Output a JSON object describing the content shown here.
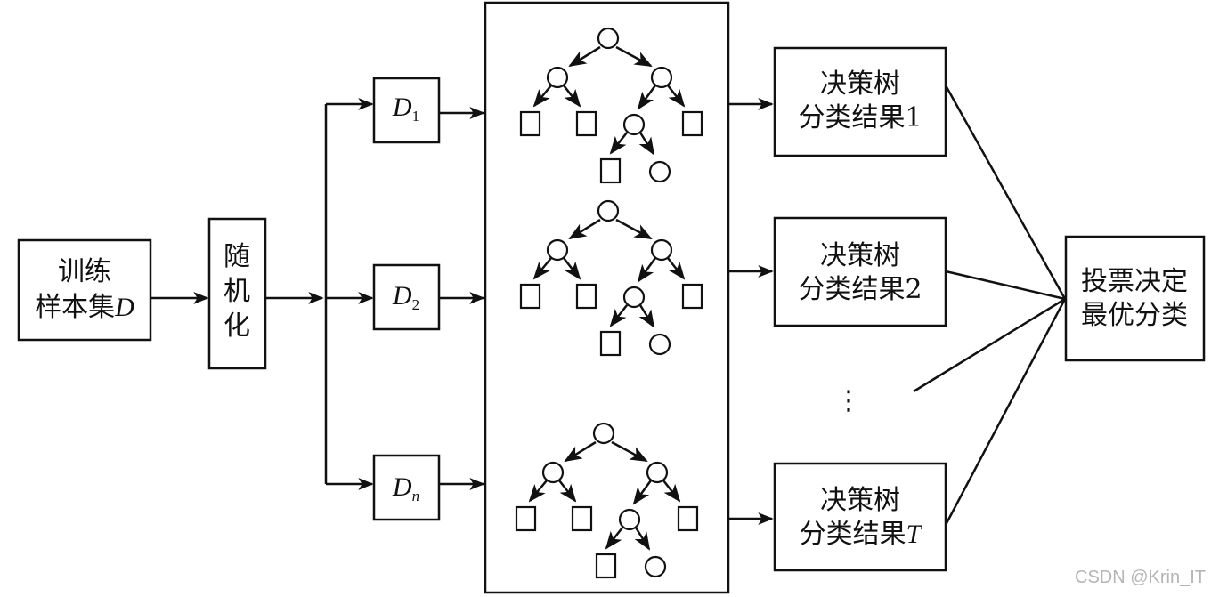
{
  "input": {
    "line1": "训练",
    "line2_prefix": "样本集",
    "line2_var": "D"
  },
  "randomize": {
    "chars": [
      "随",
      "机",
      "化"
    ]
  },
  "subsets": [
    {
      "base": "D",
      "sub": "1"
    },
    {
      "base": "D",
      "sub": "2"
    },
    {
      "base": "D",
      "sub": "n"
    }
  ],
  "results": [
    {
      "line1": "决策树",
      "line2_prefix": "分类结果",
      "line2_suffix": "1",
      "suffix_italic": false
    },
    {
      "line1": "决策树",
      "line2_prefix": "分类结果",
      "line2_suffix": "2",
      "suffix_italic": false
    },
    {
      "line1": "决策树",
      "line2_prefix": "分类结果",
      "line2_suffix": "T",
      "suffix_italic": true
    }
  ],
  "ellipsis": "⋮",
  "vote": {
    "line1": "投票决定",
    "line2": "最优分类"
  },
  "watermark": "CSDN @Krin_IT",
  "colors": {
    "stroke": "#111111",
    "watermark": "#b5b5b5"
  }
}
